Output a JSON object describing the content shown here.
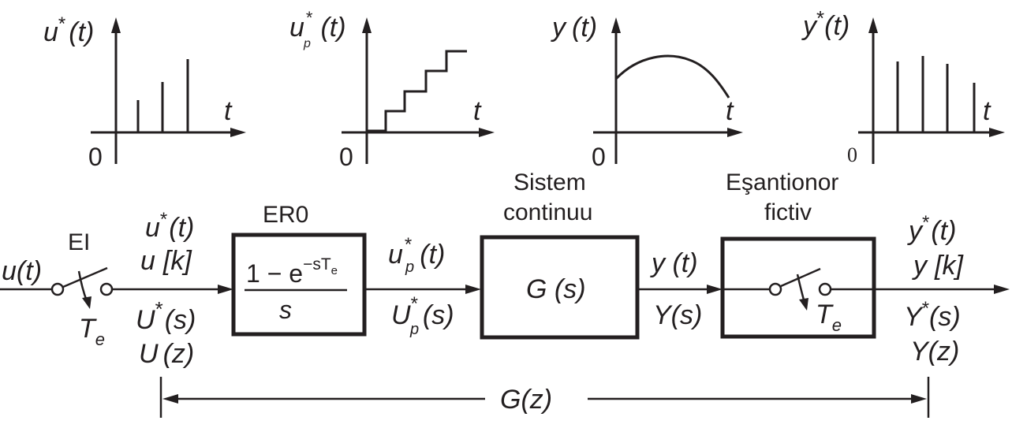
{
  "plots": {
    "u_star": {
      "ylabel_main": "u",
      "ylabel_sup": "*",
      "ylabel_arg": "(t)",
      "xlabel": "t",
      "origin": "0"
    },
    "up_star": {
      "ylabel_main": "u",
      "ylabel_sub": "p",
      "ylabel_sup": "*",
      "ylabel_arg": "(t)",
      "xlabel": "t",
      "origin": "0"
    },
    "y": {
      "ylabel_main": "y",
      "ylabel_arg": "(t)",
      "xlabel": "t",
      "origin": "0"
    },
    "y_star": {
      "ylabel_main": "y",
      "ylabel_sup": "*",
      "ylabel_arg": "(t)",
      "xlabel": "t",
      "origin": "0"
    }
  },
  "input": {
    "signal_main": "u",
    "signal_arg": "(t)",
    "sampler_label": "EI",
    "period_main": "T",
    "period_sub": "e"
  },
  "signals_after_sampler": {
    "l1_main": "u",
    "l1_sup": "*",
    "l1_arg": "(t)",
    "l2_main": "u",
    "l2_arg": "[k]",
    "l3_main": "U",
    "l3_sup": "*",
    "l3_arg": "(s)",
    "l4_main": "U",
    "l4_arg": "(z)"
  },
  "zoh": {
    "title": "ER0",
    "num_prefix": "1 − e",
    "num_exp": "−sT",
    "num_exp_sub": "e",
    "den": "s"
  },
  "signals_after_zoh": {
    "l1_main": "u",
    "l1_sub": "p",
    "l1_sup": "*",
    "l1_arg": "(t)",
    "l2_main": "U",
    "l2_sub": "p",
    "l2_sup": "*",
    "l2_arg": "(s)"
  },
  "plant": {
    "title_line1": "Sistem",
    "title_line2": "continuu",
    "tf": "G (s)"
  },
  "signals_after_plant": {
    "l1": "y (t)",
    "l2": "Y(s)"
  },
  "fictive_sampler": {
    "title_line1": "Eşantionor",
    "title_line2": "fictiv",
    "period_main": "T",
    "period_sub": "e"
  },
  "output": {
    "l1_main": "y",
    "l1_sup": "*",
    "l1_arg": "(t)",
    "l2_main": "y",
    "l2_arg": "[k]",
    "l3_main": "Y",
    "l3_sup": "*",
    "l3_arg": "(s)",
    "l4": "Y(z)"
  },
  "pulse_tf": "G(z)"
}
